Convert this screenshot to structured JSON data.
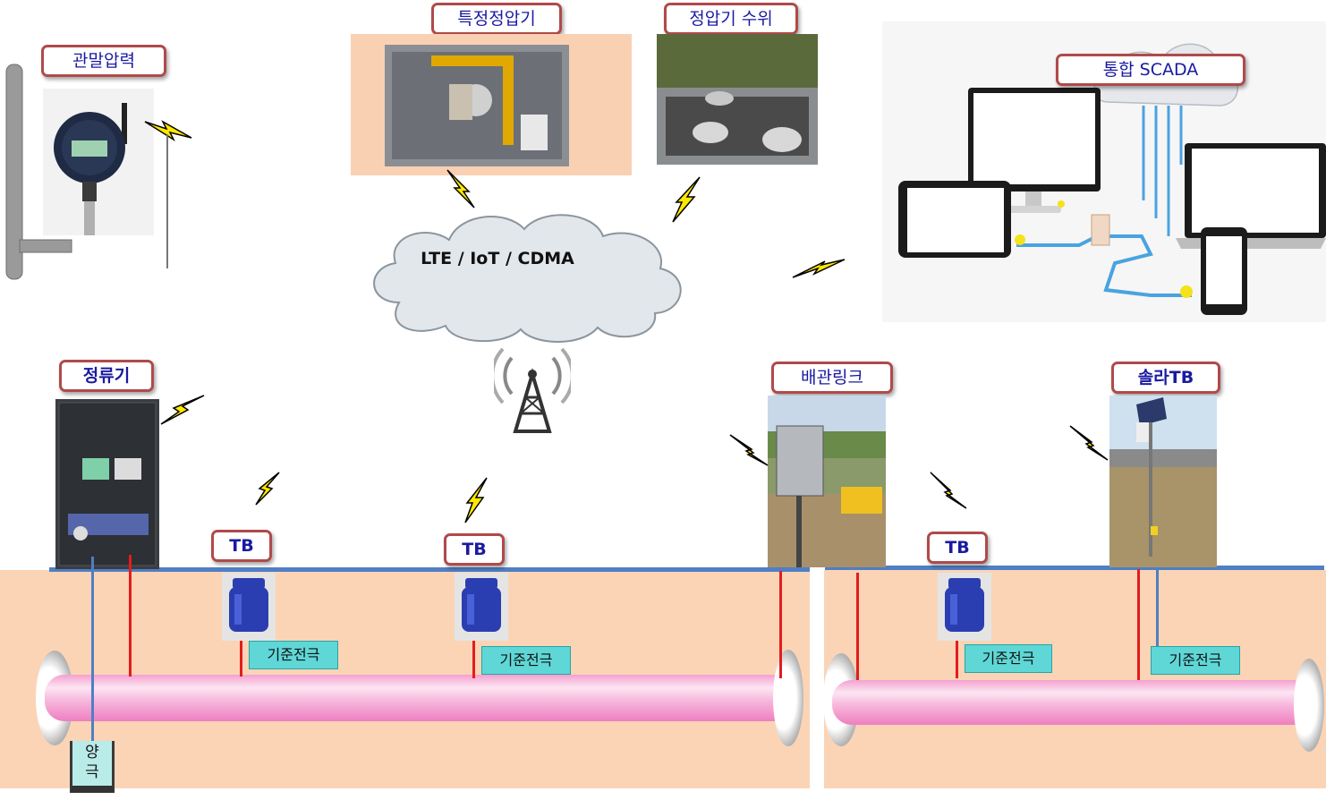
{
  "labels": {
    "end_pressure": "관말압력",
    "special_regulator": "특정정압기",
    "regulator_level": "정압기 수위",
    "scada": "통합 SCADA",
    "network": "LTE / IoT / CDMA",
    "rectifier": "정류기",
    "pipe_link": "배관링크",
    "solar_tb": "솔라TB",
    "tb_1": "TB",
    "tb_2": "TB",
    "tb_3": "TB",
    "anode": "양\n극"
  },
  "reference_electrodes": [
    "기준전극",
    "기준전극",
    "기준전극",
    "기준전극"
  ],
  "icons": [
    "lightning-icon",
    "cloud-icon",
    "antenna-tower-icon",
    "pressure-gauge-icon",
    "monitor-icon",
    "laptop-icon",
    "tablet-icon",
    "phone-icon"
  ],
  "colors": {
    "label_border": "#b04a4a",
    "label_text": "#1a1aa0",
    "ground": "#fbd4b6",
    "pipe": "#f5a0d0",
    "wire_red": "#e41c1c",
    "wire_blue": "#4f7fc4",
    "electrode_box": "#5fd7d7",
    "tb_cap": "#2a3eb1",
    "lightning": "#ffe800"
  }
}
